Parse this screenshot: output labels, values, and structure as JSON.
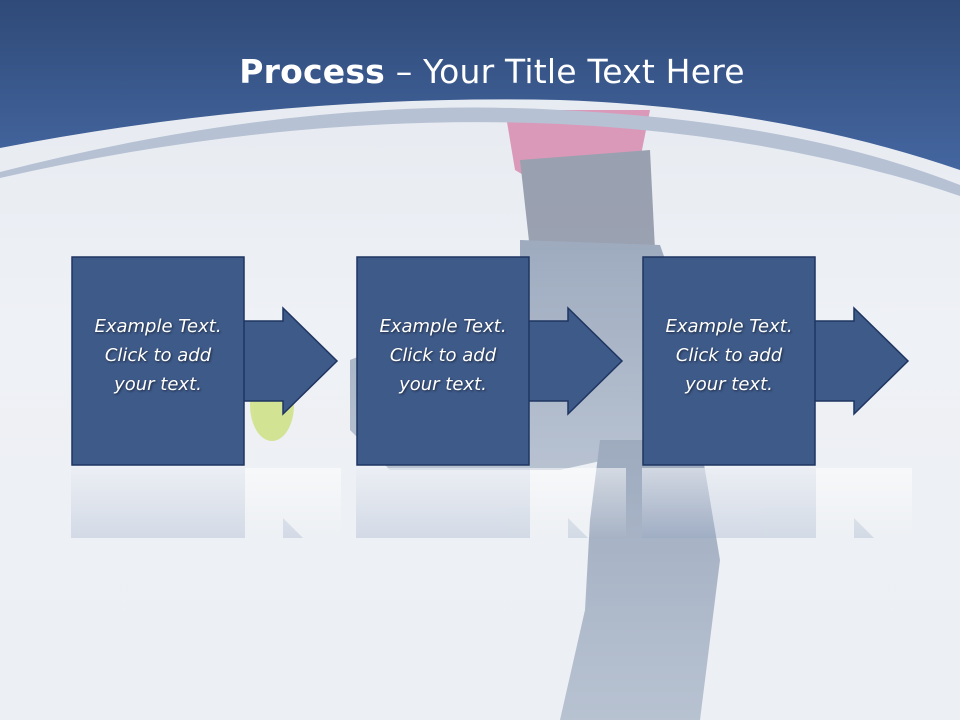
{
  "slide": {
    "title_bold": "Process",
    "title_rest": " – Your Title Text Here"
  },
  "process": {
    "steps": [
      {
        "line1": "Example Text.",
        "line2": "Click  to add",
        "line3": "your text."
      },
      {
        "line1": "Example Text.",
        "line2": "Click  to add",
        "line3": "your text."
      },
      {
        "line1": "Example Text.",
        "line2": "Click  to add",
        "line3": "your text."
      }
    ]
  },
  "colors": {
    "header_blue": "#3b5a8f",
    "box_fill": "#3e5a89",
    "box_border": "#1f3561",
    "background": "#e8ecf1"
  }
}
